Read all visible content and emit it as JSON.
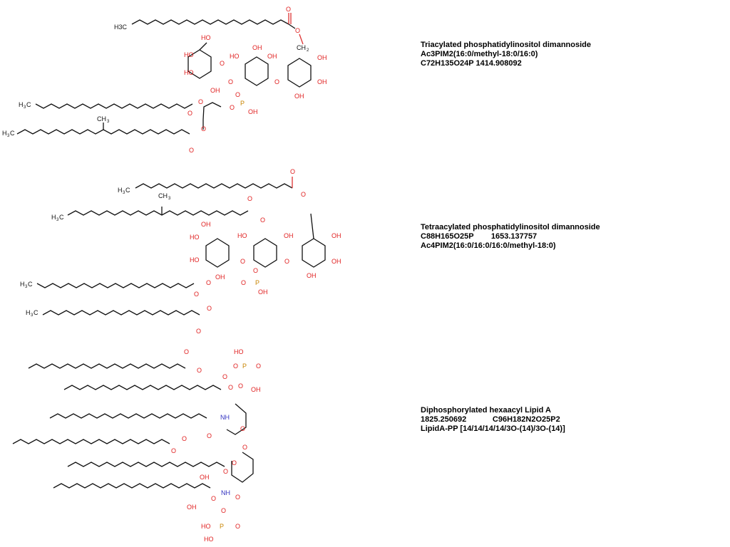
{
  "molecules": [
    {
      "name": "Triacylated phosphatidylinositol dimannoside",
      "line2": "Ac3PIM2(16:0/methyl-18:0/16:0)",
      "line3": "C72H135O24P 1414.908092"
    },
    {
      "name": "Tetraacylated phosphatidylinositol dimannoside",
      "line2": "C88H165O25P        1653.137757",
      "line3": "Ac4PIM2(16:0/16:0/16:0/methyl-18:0)"
    },
    {
      "name": "Diphosphorylated hexaacyl Lipid A",
      "line2": "1825.250692            C96H182N2O25P2",
      "line3": "LipidA-PP [14/14/14/14/3O-(14)/3O-(14)]"
    }
  ],
  "atom_labels": {
    "o": "O",
    "oh": "OH",
    "ho": "HO",
    "p": "P",
    "nh": "NH",
    "ch3": "CH3",
    "h3c": "H3C",
    "ch2": "CH2"
  },
  "colors": {
    "oxygen": "#e02020",
    "phosphorus": "#c88400",
    "nitrogen": "#3030c0",
    "bond": "#111111"
  }
}
